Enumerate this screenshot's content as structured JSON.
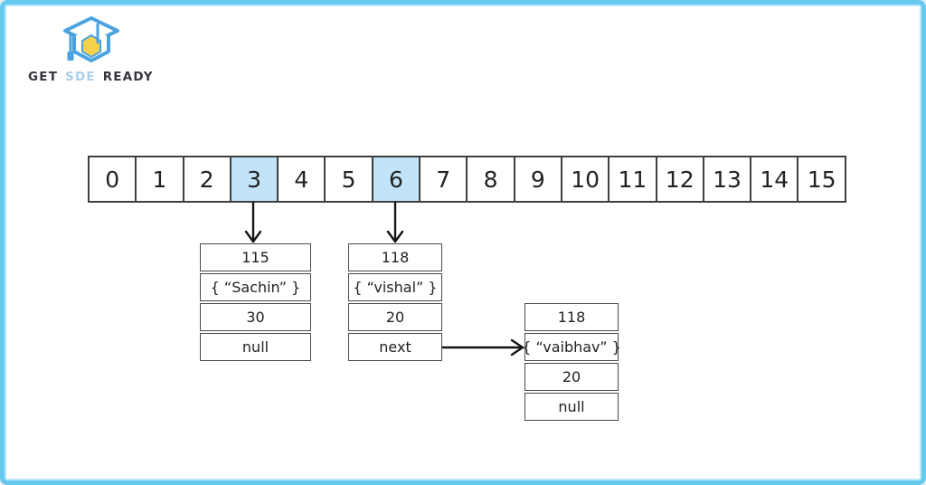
{
  "frame": {
    "background": "#ffffff",
    "border_color": "#66c9f0"
  },
  "logo": {
    "icon": "graduation-cap-icon",
    "get": "GET",
    "sde": "SDE",
    "ready": "READY",
    "cap_color": "#4aa3e0",
    "hexagon_color": "#f6d24a",
    "sde_color": "#a9cfe9",
    "text_color": "#35353d"
  },
  "array": {
    "cells": [
      "0",
      "1",
      "2",
      "3",
      "4",
      "5",
      "6",
      "7",
      "8",
      "9",
      "10",
      "11",
      "12",
      "13",
      "14",
      "15"
    ],
    "highlighted_indices": [
      3,
      6
    ],
    "highlight_color": "#c3e3f8",
    "border_color": "#3f3f3f"
  },
  "nodes": [
    {
      "id": "node-sachin",
      "rows": [
        "115",
        "{ “Sachin” }",
        "30",
        "null"
      ]
    },
    {
      "id": "node-vishal",
      "rows": [
        "118",
        "{ “vishal” }",
        "20",
        "next"
      ]
    },
    {
      "id": "node-vaibhav",
      "rows": [
        "118",
        "{ “vaibhav” }",
        "20",
        "null"
      ]
    }
  ],
  "arrows": [
    {
      "from": "array-cell-3",
      "to": "node-sachin",
      "direction": "down"
    },
    {
      "from": "array-cell-6",
      "to": "node-vishal",
      "direction": "down"
    },
    {
      "from": "node-vishal-next",
      "to": "node-vaibhav",
      "direction": "right"
    }
  ],
  "arrow_color": "#141414"
}
